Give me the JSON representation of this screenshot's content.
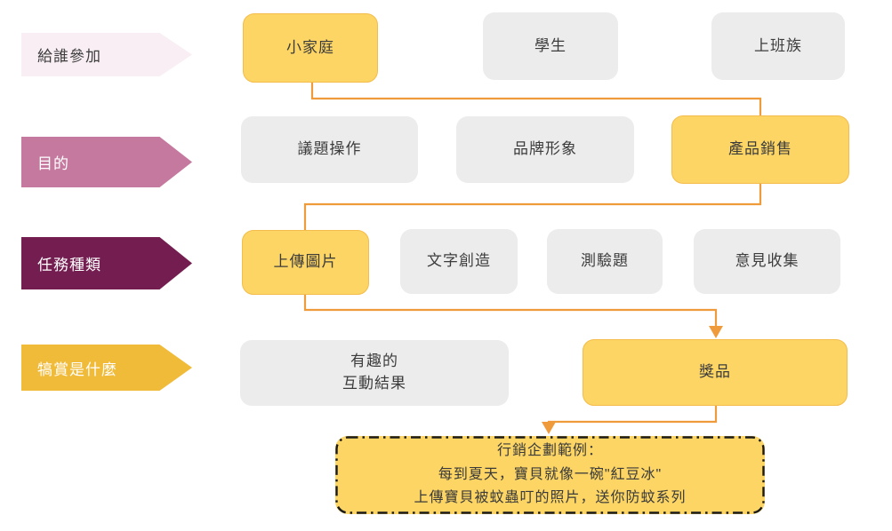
{
  "rows": [
    {
      "label": "給誰參加",
      "options": [
        {
          "text": "小家庭",
          "highlighted": true
        },
        {
          "text": "學生",
          "highlighted": false
        },
        {
          "text": "上班族",
          "highlighted": false
        }
      ]
    },
    {
      "label": "目的",
      "options": [
        {
          "text": "議題操作",
          "highlighted": false
        },
        {
          "text": "品牌形象",
          "highlighted": false
        },
        {
          "text": "產品銷售",
          "highlighted": true
        }
      ]
    },
    {
      "label": "任務種類",
      "options": [
        {
          "text": "上傳圖片",
          "highlighted": true
        },
        {
          "text": "文字創造",
          "highlighted": false
        },
        {
          "text": "測驗題",
          "highlighted": false
        },
        {
          "text": "意見收集",
          "highlighted": false
        }
      ]
    },
    {
      "label": "犒賞是什麼",
      "options": [
        {
          "text": "有趣的\n互動結果",
          "highlighted": false
        },
        {
          "text": "獎品",
          "highlighted": true
        }
      ]
    }
  ],
  "example_box": {
    "line1": "行銷企劃範例：",
    "line2": "每到夏天，寶貝就像一碗\"紅豆冰\"",
    "line3": "上傳寶貝被蚊蟲叮的照片，送你防蚊系列"
  },
  "colors": {
    "connector": "#EF9B3B",
    "highlight_fill": "#FCD565",
    "highlight_border": "#F4BC4A",
    "option_fill": "#ECECEC",
    "label_audience_bg": "#F8EEF3",
    "label_purpose_bg": "#C5799F",
    "label_task_bg": "#731D50",
    "label_reward_bg": "#F1BB3A",
    "example_border": "#1A1A1A"
  }
}
